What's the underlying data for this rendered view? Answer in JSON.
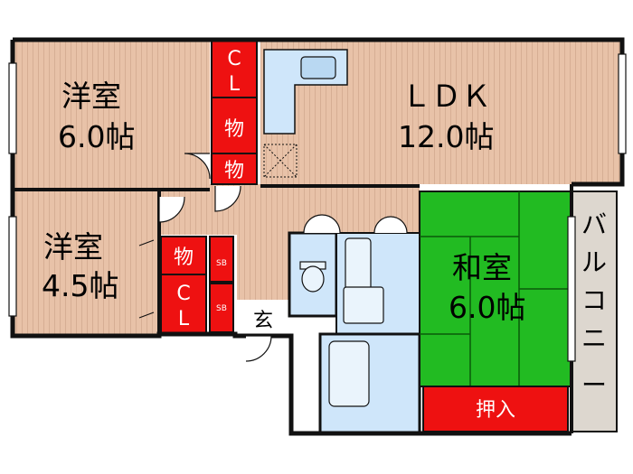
{
  "rooms": {
    "western_a": {
      "name": "洋室",
      "size": "6.0帖"
    },
    "ldk": {
      "name": "ＬＤＫ",
      "size": "12.0帖"
    },
    "western_b": {
      "name": "洋室",
      "size": "4.5帖"
    },
    "japanese": {
      "name": "和室",
      "size": "6.0帖"
    }
  },
  "storage": {
    "cl_top_1": "C",
    "cl_top_2": "L",
    "mono_1": "物",
    "mono_2": "物",
    "mono_3": "物",
    "cl_mid_1": "C",
    "cl_mid_2": "L",
    "sb_1": "SB",
    "sb_2": "SB",
    "oshiire": "押入"
  },
  "entrance": "玄",
  "balcony": [
    "バ",
    "ル",
    "コ",
    "ニ",
    "ー"
  ],
  "colors": {
    "wood": "#e8c2a8",
    "wood_grain": "#c49a80",
    "storage_red": "#ee1111",
    "tatami": "#22bb22",
    "water": "#cfe6fa",
    "balcony": "#ddd7cf",
    "wall": "#111111"
  }
}
